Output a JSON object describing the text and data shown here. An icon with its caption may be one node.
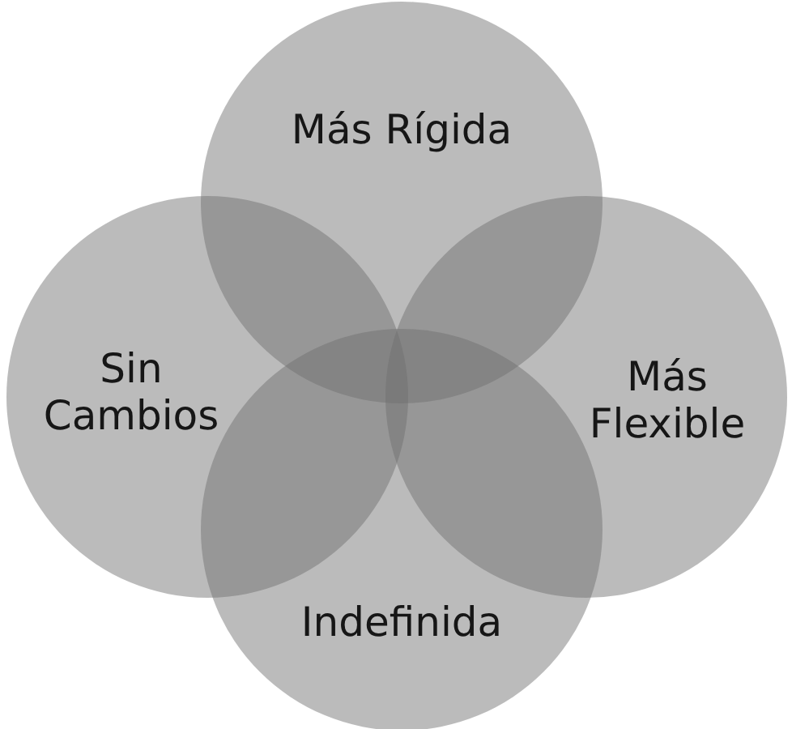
{
  "diagram": {
    "nodes": [
      {
        "text": [
          "Más Rígida"
        ]
      },
      {
        "text": [
          "Sin Cambios"
        ]
      },
      {
        "text": [
          "Más Flexible"
        ]
      },
      {
        "text": [
          "Indefinida"
        ]
      }
    ],
    "edges": []
  }
}
